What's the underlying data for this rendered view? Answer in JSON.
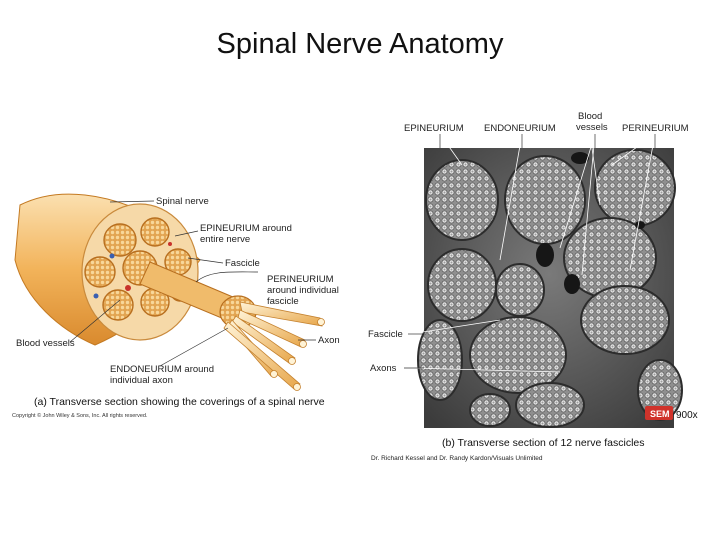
{
  "slide": {
    "title": "Spinal Nerve Anatomy"
  },
  "left_panel": {
    "labels": {
      "spinal_nerve": "Spinal nerve",
      "epineurium_1": "EPINEURIUM around",
      "epineurium_2": "entire nerve",
      "fascicle": "Fascicle",
      "perineurium_1": "PERINEURIUM",
      "perineurium_2": "around individual",
      "perineurium_3": "fascicle",
      "blood_vessels": "Blood vessels",
      "axon": "Axon",
      "endoneurium_1": "ENDONEURIUM around",
      "endoneurium_2": "individual axon"
    },
    "caption": "(a) Transverse section showing the coverings of a spinal nerve",
    "copyright": "Copyright © John Wiley & Sons, Inc. All rights reserved."
  },
  "right_panel": {
    "labels": {
      "blood_vessels_1": "Blood",
      "blood_vessels_2": "vessels",
      "epineurium": "EPINEURIUM",
      "endoneurium": "ENDONEURIUM",
      "perineurium": "PERINEURIUM",
      "fascicle": "Fascicle",
      "axons": "Axons",
      "sem_badge": "SEM",
      "magnification": "900x"
    },
    "caption": "(b) Transverse section of 12 nerve fascicles",
    "credit": "Dr. Richard Kessel and Dr. Randy Kardon/Visuals Unlimited"
  },
  "colors": {
    "nerve_orange": "#f2b35a",
    "epineurium_tissue": "#f6d9a8",
    "fascicle_fill": "#e9b46a",
    "sem_bg": "#5a5a5a",
    "sem_badge": "#d0332b"
  }
}
